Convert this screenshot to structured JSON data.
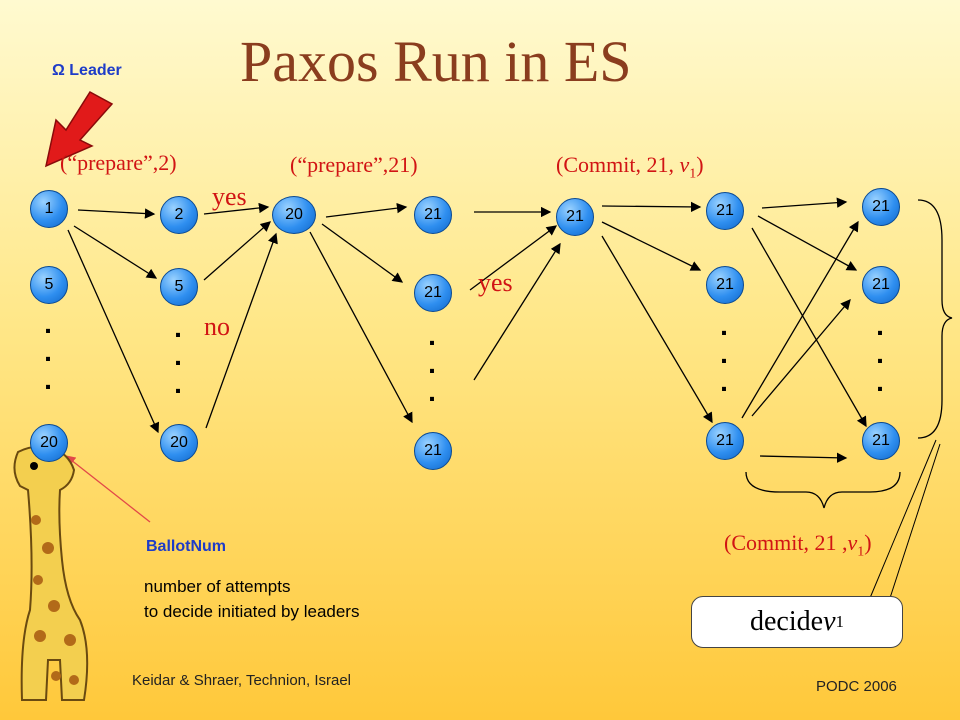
{
  "title": "Paxos Run in ES",
  "leader_label": "Ω Leader",
  "messages": {
    "prepare_2": "(“prepare”,2)",
    "prepare_21": "(“prepare”,21)",
    "commit_top_prefix": "(Commit, 21, ",
    "commit_bottom_prefix": "(Commit, 21 ,",
    "v": "v",
    "sub": "1",
    "close": ")"
  },
  "replies": {
    "yes": "yes",
    "no": "no"
  },
  "nodes": {
    "c1": [
      "1",
      "5",
      "20"
    ],
    "c2": [
      "2",
      "5",
      "20"
    ],
    "c3": [
      "20"
    ],
    "c4": [
      "21",
      "21",
      "21"
    ],
    "c5": [
      "21"
    ],
    "c6": [
      "21",
      "21",
      "21"
    ],
    "c7": [
      "21",
      "21",
      "21"
    ]
  },
  "ballot_label": "BallotNum",
  "ballot_desc": [
    "number of attempts",
    "to decide initiated by leaders"
  ],
  "decide": {
    "text": "decide ",
    "v": "v",
    "sub": "1"
  },
  "footer": {
    "left": "Keidar & Shraer, Technion, Israel",
    "right": "PODC 2006"
  },
  "colors": {
    "title": "#8a3d1e",
    "accent_red": "#d11414",
    "label_blue": "#1e3cc8",
    "node": "#2f8ff0"
  }
}
